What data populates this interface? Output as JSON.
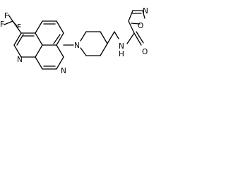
{
  "molecule": {
    "atoms": {
      "f1": "F",
      "f2": "F",
      "f3": "F",
      "n_naph_left": "N",
      "n_naph_right": "N",
      "n_pip": "N",
      "n_amide": "N",
      "h_amide": "H",
      "o_amide": "O",
      "n_isox": "N",
      "o_isox": "O"
    }
  }
}
